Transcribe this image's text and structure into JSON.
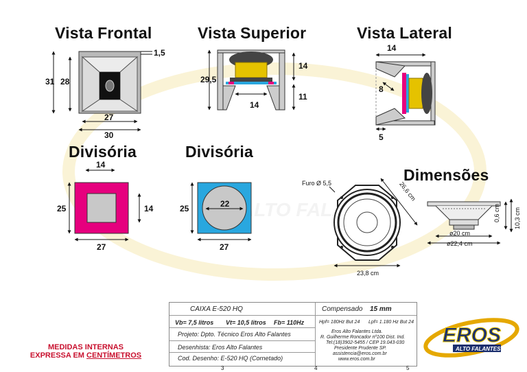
{
  "titles": {
    "frontal": "Vista Frontal",
    "superior": "Vista Superior",
    "lateral": "Vista Lateral",
    "divisoria1": "Divisória",
    "divisoria2": "Divisória",
    "dimensoes": "Dimensões"
  },
  "frontal": {
    "d_15": "1,5",
    "d_31": "31",
    "d_28": "28",
    "d_27": "27",
    "d_30": "30"
  },
  "superior": {
    "d_295": "29,5",
    "d_14a": "14",
    "d_14b": "14",
    "d_11": "11"
  },
  "lateral": {
    "d_14": "14",
    "d_8": "8",
    "d_5": "5"
  },
  "divisoria1": {
    "d_14top": "14",
    "d_25": "25",
    "d_14right": "14",
    "d_27": "27"
  },
  "divisoria2": {
    "d_22": "22",
    "d_25": "25",
    "d_27": "27"
  },
  "dimensoes": {
    "furo": "Furo Ø 5,5",
    "d_266": "26,6 cm",
    "d_238": "23,8 cm",
    "d_06": "0,6 cm",
    "d_103": "10,3 cm",
    "d_20": "ø20 cm",
    "d_224": "ø22,4 cm"
  },
  "titleblock": {
    "caixa": "CAIXA E-520 HQ",
    "compensado_label": "Compensado",
    "compensado_val": "15 mm",
    "vb": "Vb= 7,5 litros",
    "vt": "Vt= 10,5 litros",
    "fb": "Fb= 110Hz",
    "hpf": "Hpf= 180Hz But 24",
    "lpf": "Lpf= 1.180 Hz But 24",
    "projeto": "Projeto: Dpto. Técnico Eros Alto Falantes",
    "desenhista": "Desenhista:  Eros Alto Falantes",
    "codigo": "Cod. Desenho: E-520 HQ (Cornetado)",
    "empresa": [
      "Eros Alto Falantes Ltda.",
      "R. Guilherme Roncador nº100 Dist. Ind.",
      "Tel:(18)3902-5455 / CEP 19.043-030",
      "Presidente Prudente SP.",
      "assistencia@eros.com.br",
      "www.eros.com.br"
    ],
    "grid_3": "3",
    "grid_4": "4",
    "grid_5": "5"
  },
  "notes": {
    "line1": "MEDIDAS INTERNAS",
    "line2_a": "EXPRESSA EM ",
    "line2_b": "CENTÍMETROS"
  },
  "logo": {
    "brand": "EROS",
    "sub": "ALTO FALANTES"
  },
  "colors": {
    "magenta": "#e6007e",
    "blue": "#29a7df",
    "yellow": "#e5c200",
    "gray": "#c8c8c8"
  }
}
